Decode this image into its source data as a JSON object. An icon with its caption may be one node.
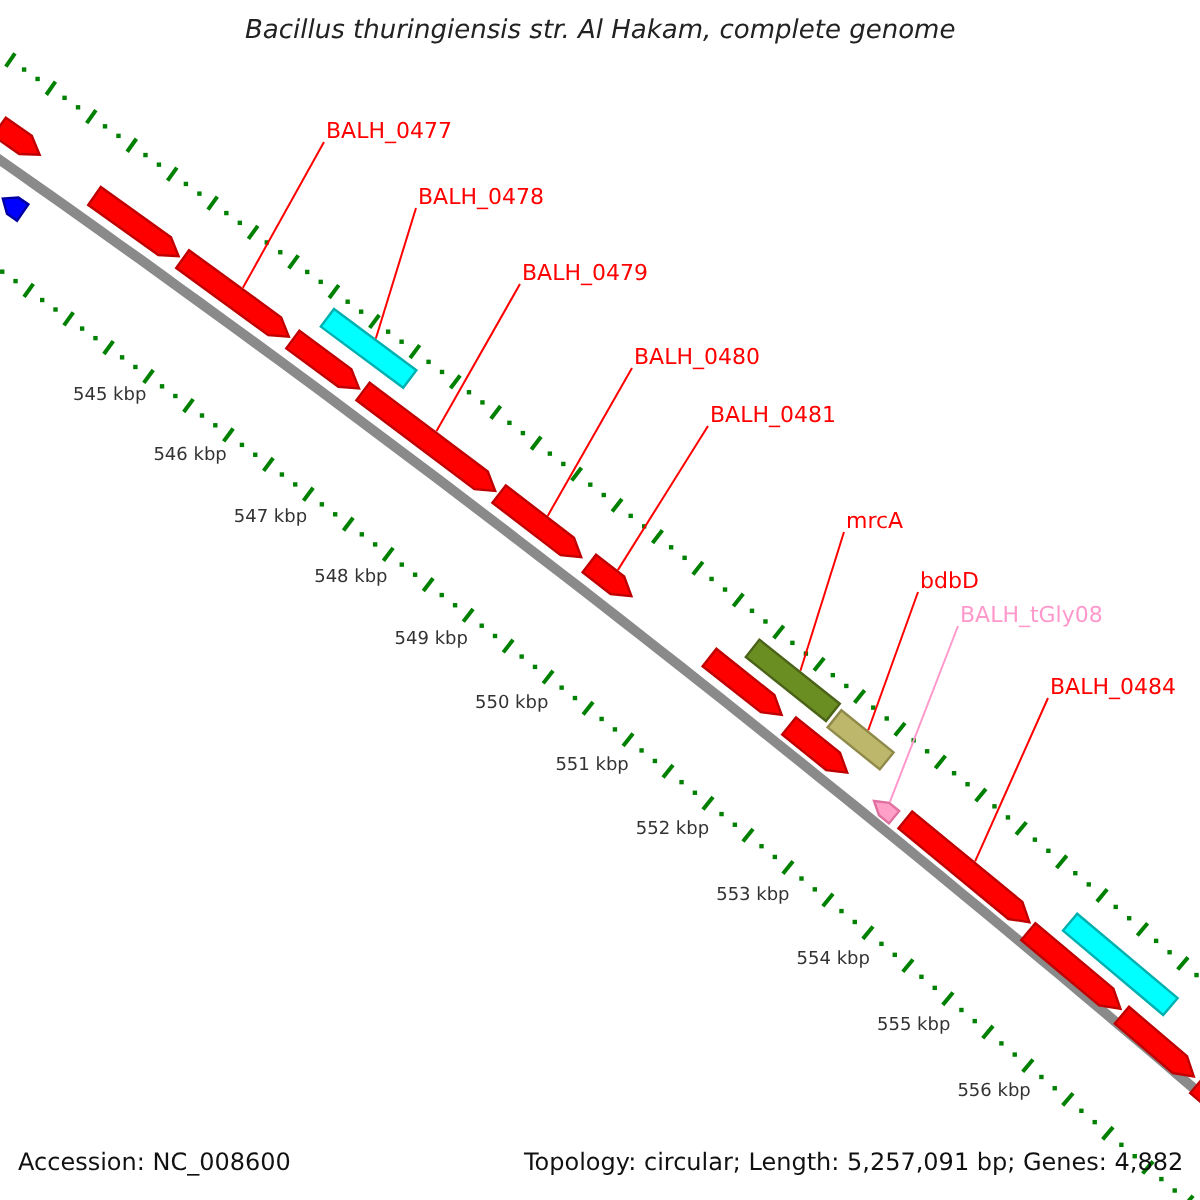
{
  "diagram": {
    "title": "Bacillus thuringiensis str. Al Hakam, complete genome",
    "nodes": [
      {
        "text": [
          "BALH_0477"
        ]
      },
      {
        "text": [
          "BALH_0478"
        ]
      },
      {
        "text": [
          "BALH_0479"
        ]
      },
      {
        "text": [
          "BALH_0480"
        ]
      },
      {
        "text": [
          "BALH_0481"
        ]
      },
      {
        "text": [
          "mrcA"
        ]
      },
      {
        "text": [
          "bdbD"
        ]
      },
      {
        "text": [
          "BALH_tGly08"
        ]
      },
      {
        "text": [
          "BALH_0484"
        ]
      },
      {
        "text": [],
        "shape": "arrow"
      },
      {
        "text": [],
        "shape": "arrow"
      },
      {
        "text": [],
        "shape": "arrow"
      },
      {
        "text": [],
        "shape": "arrow"
      },
      {
        "text": [],
        "shape": "arrow"
      },
      {
        "text": [],
        "shape": "box"
      },
      {
        "text": [],
        "shape": "arrow"
      },
      {
        "text": [],
        "shape": "arrow"
      },
      {
        "text": [],
        "shape": "arrow"
      },
      {
        "text": [],
        "shape": "arrow"
      },
      {
        "text": [],
        "shape": "box"
      },
      {
        "text": [],
        "shape": "arrow"
      },
      {
        "text": [],
        "shape": "box"
      },
      {
        "text": [],
        "shape": "arrow"
      },
      {
        "text": [],
        "shape": "arrow"
      },
      {
        "text": [],
        "shape": "arrow"
      },
      {
        "text": [],
        "shape": "box"
      },
      {
        "text": [],
        "shape": "arrow"
      },
      {
        "text": [],
        "shape": "arrow"
      }
    ],
    "edges": [
      {
        "from": 0,
        "to": 12,
        "arrow": "none"
      },
      {
        "from": 1,
        "to": 14,
        "arrow": "none"
      },
      {
        "from": 2,
        "to": 15,
        "arrow": "none"
      },
      {
        "from": 3,
        "to": 16,
        "arrow": "none"
      },
      {
        "from": 4,
        "to": 17,
        "arrow": "none"
      },
      {
        "from": 5,
        "to": 19,
        "arrow": "none"
      },
      {
        "from": 6,
        "to": 21,
        "arrow": "none"
      },
      {
        "from": 7,
        "to": 22,
        "arrow": "none",
        "color": "#ff99cc"
      },
      {
        "from": 8,
        "to": 23,
        "arrow": "none"
      }
    ],
    "labels": [
      "545 kbp",
      "546 kbp",
      "547 kbp",
      "548 kbp",
      "549 kbp",
      "550 kbp",
      "551 kbp",
      "552 kbp",
      "553 kbp",
      "554 kbp",
      "555 kbp",
      "556 kbp",
      "Accession: NC_008600",
      "Topology: circular; Length: 5,257,091 bp; Genes: 4,882"
    ]
  }
}
